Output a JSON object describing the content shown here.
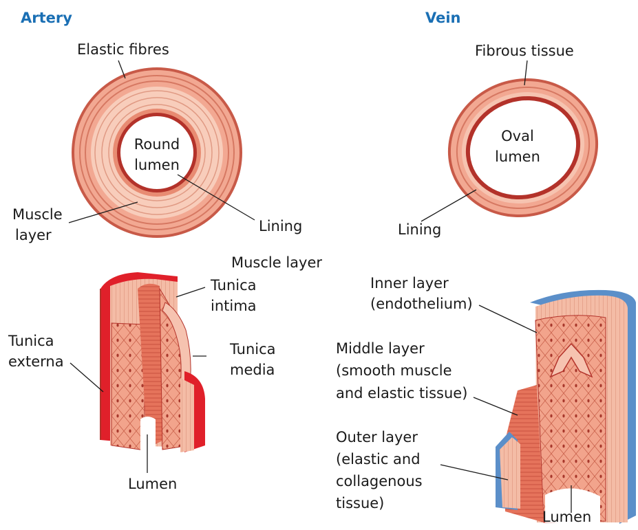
{
  "colors": {
    "title": "#1a6fb4",
    "tissue_light": "#f6c3b0",
    "tissue_mid": "#e38e74",
    "tissue_dark": "#b3322a",
    "muscle_red": "#d9453a",
    "bright_red": "#e0202a",
    "vein_blue": "#5b8fc9"
  },
  "artery": {
    "title": "Artery",
    "elastic_fibres": "Elastic fibres",
    "round_lumen_1": "Round",
    "round_lumen_2": "lumen",
    "lining": "Lining",
    "muscle_layer_1": "Muscle",
    "muscle_layer_2": "layer",
    "muscle_layer_top": "Muscle layer",
    "tunica_intima_1": "Tunica",
    "tunica_intima_2": "intima",
    "tunica_externa_1": "Tunica",
    "tunica_externa_2": "externa",
    "tunica_media_1": "Tunica",
    "tunica_media_2": "media",
    "lumen": "Lumen"
  },
  "vein": {
    "title": "Vein",
    "fibrous_tissue": "Fibrous tissue",
    "oval_lumen_1": "Oval",
    "oval_lumen_2": "lumen",
    "lining": "Lining",
    "inner_layer_1": "Inner layer",
    "inner_layer_2": "(endothelium)",
    "middle_layer_1": "Middle layer",
    "middle_layer_2": "(smooth muscle",
    "middle_layer_3": "and elastic tissue)",
    "outer_layer_1": "Outer layer",
    "outer_layer_2": "(elastic and",
    "outer_layer_3": "collagenous",
    "outer_layer_4": "tissue)",
    "lumen": "Lumen"
  }
}
